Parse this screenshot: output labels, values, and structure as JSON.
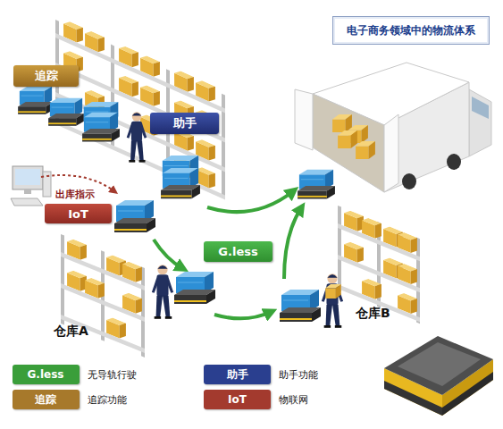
{
  "diagram": {
    "title": "电子商务领域中的物流体系",
    "nodes": [
      {
        "text": [
          "追踪"
        ]
      },
      {
        "text": [
          "助手"
        ]
      },
      {
        "text": [
          "IoT"
        ]
      },
      {
        "text": [
          "G.less"
        ]
      }
    ],
    "labels": [
      "出库指示",
      "仓库A",
      "仓库B",
      "G.less",
      "助手",
      "追踪",
      "IoT"
    ],
    "legend": [
      {
        "text": "无导轨行驶",
        "color": "#3a9e3a"
      },
      {
        "text": "助手功能",
        "color": "#2a3f8f"
      },
      {
        "text": "追踪功能",
        "color": "#a7792b"
      },
      {
        "text": "物联网",
        "color": "#a33a2e"
      }
    ]
  }
}
